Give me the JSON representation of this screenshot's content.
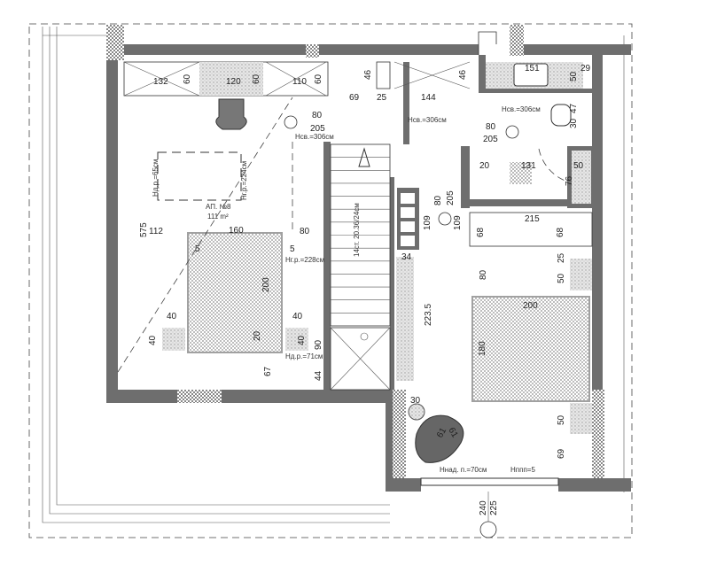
{
  "apartment": {
    "name": "АП. №8",
    "area": "111 m²"
  },
  "height_labels": {
    "ceiling_living": "Hсв.=306см",
    "ceiling_hall": "Hсв.=306см",
    "ceiling_bath": "Hсв.=306см",
    "window_left": "Hд.р.=65см",
    "window_right": "Hг.р.=224см",
    "window_top": "Hг.р.=228см",
    "sill": "Hд.р.=71см",
    "sill_bedroom": "Hнад. п.=70см",
    "floor_step": "Hппп=5"
  },
  "stair_label": "14ст. 20.36/24см",
  "dimensions": {
    "w132": "132",
    "w60a": "60",
    "w120": "120",
    "w60b": "60",
    "w110": "110",
    "w60c": "60",
    "w46a": "46",
    "w46b": "46",
    "w69": "69",
    "w25": "25",
    "w144": "144",
    "w151": "151",
    "w29": "29",
    "w50a": "50",
    "w47": "47",
    "w30a": "30",
    "door80a": "80",
    "door205a": "205",
    "door80b": "80",
    "door205b": "205",
    "w20": "20",
    "w131": "131",
    "w50b": "50",
    "w76": "76",
    "door80c": "80",
    "door205c": "205",
    "w109a": "109",
    "w109b": "109",
    "w215": "215",
    "w68a": "68",
    "w68b": "68",
    "w34": "34",
    "w575": "575",
    "w112": "112",
    "w160": "160",
    "w80a": "80",
    "w5a": "5",
    "w5b": "5",
    "w200a": "200",
    "w40a": "40",
    "w40b": "40",
    "w40c": "40",
    "w40d": "40",
    "w20b": "20",
    "w67": "67",
    "w90": "90",
    "w44": "44",
    "w223": "223.5",
    "w25b": "25",
    "w50c": "50",
    "w80b": "80",
    "w200b": "200",
    "w180": "180",
    "w30b": "30",
    "w61a": "61",
    "w61b": "61",
    "w50d": "50",
    "w69b": "69",
    "w240": "240",
    "w225": "225"
  },
  "colors": {
    "wall": "#6e6e6e",
    "hatch": "#cfcfcf",
    "line": "#333333"
  }
}
